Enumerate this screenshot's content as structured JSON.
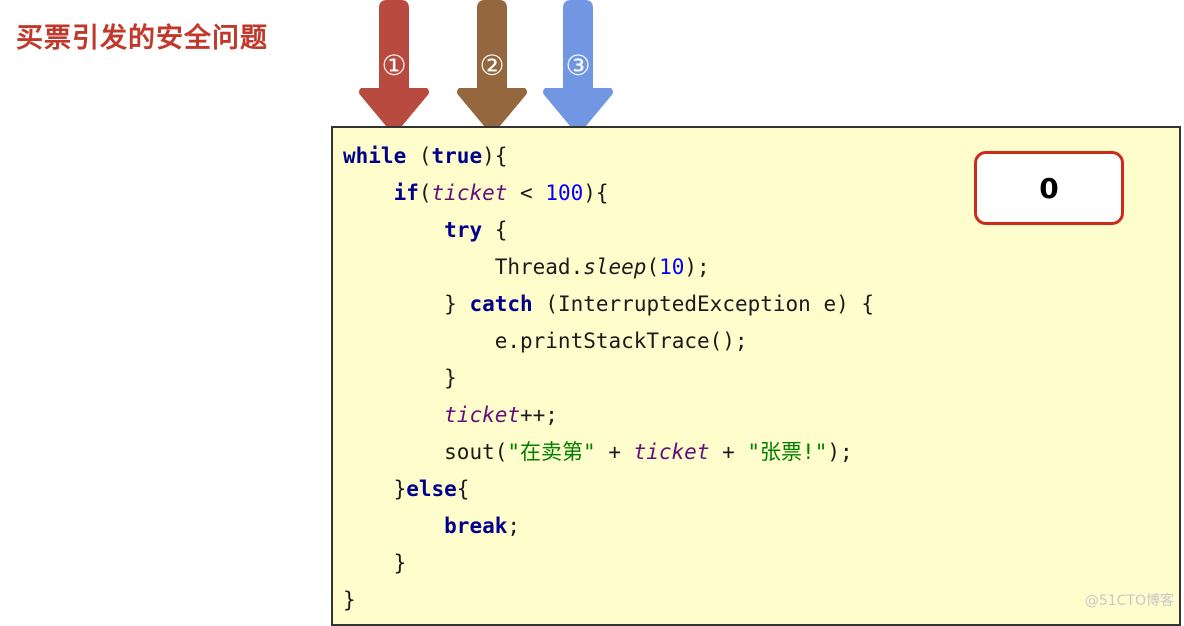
{
  "title": "买票引发的安全问题",
  "arrows": [
    {
      "label": "①",
      "color": "#b94a3f"
    },
    {
      "label": "②",
      "color": "#94673e"
    },
    {
      "label": "③",
      "color": "#7197e3"
    }
  ],
  "counter": {
    "value": "0",
    "border_color": "#cc2a1a"
  },
  "code": {
    "lines": [
      "while (true){",
      "    if(ticket < 100){",
      "        try {",
      "            Thread.sleep(10);",
      "        } catch (InterruptedException e) {",
      "            e.printStackTrace();",
      "        }",
      "        ticket++;",
      "        sout(\"在卖第\" + ticket + \"张票!\");",
      "    }else{",
      "        break;",
      "    }",
      "}"
    ],
    "tokens": {
      "while": "while",
      "true": "true",
      "if": "if",
      "ticket": "ticket",
      "hundred": "100",
      "try": "try",
      "thread": "Thread.",
      "sleep": "sleep",
      "ten": "10",
      "catch": "catch",
      "exception": "(InterruptedException e) {",
      "print": "e.printStackTrace();",
      "sout": "sout(",
      "str1": "\"在卖第\"",
      "str2": "\"张票!\"",
      "else": "else",
      "break": "break"
    }
  },
  "watermark": "@51CTO博客"
}
